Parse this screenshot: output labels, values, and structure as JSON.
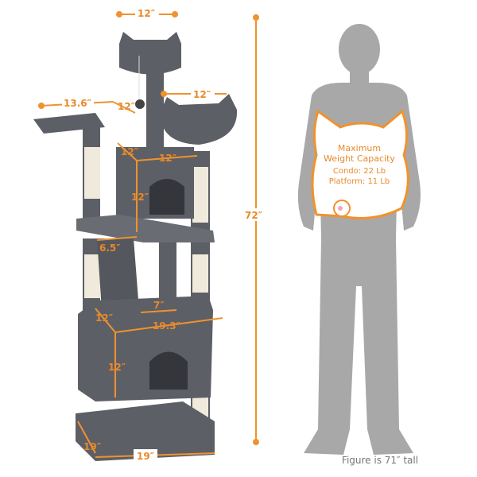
{
  "dimensions": {
    "top_perch_width": "12″",
    "left_platform_length": "13.6″",
    "left_platform_width": "12″",
    "right_perch_width": "12″",
    "upper_condo_depth": "12″",
    "upper_condo_width": "12″",
    "upper_condo_height": "12″",
    "ladder_width": "6.5″",
    "top_hole": "7″",
    "lower_condo_depth": "12″",
    "lower_condo_width": "19.3″",
    "lower_condo_height": "12″",
    "base_depth": "19″",
    "base_width": "19″",
    "total_height": "72″"
  },
  "capacity": {
    "title_line1": "Maximum",
    "title_line2": "Weight Capacity",
    "condo": "Condo: 22 Lb",
    "platform": "Platform: 11 Lb"
  },
  "figure_caption": "Figure is 71″ tall",
  "colors": {
    "accent": "#f0922e",
    "tree": "#5d5f66",
    "sisal": "#efeadc",
    "silhouette": "#a8a8a8"
  }
}
